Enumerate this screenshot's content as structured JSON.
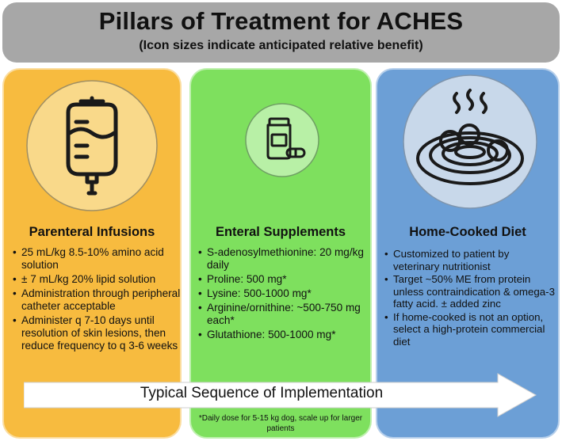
{
  "header": {
    "title": "Pillars of Treatment for ACHES",
    "subtitle": "(Icon sizes indicate anticipated relative benefit)"
  },
  "pillars": [
    {
      "title": "Parenteral Infusions",
      "icon": "iv-bag-icon",
      "color": "#f7bb3f",
      "bullets": [
        "25 mL/kg 8.5-10% amino acid solution",
        "± 7 mL/kg 20% lipid solution",
        "Administration through peripheral catheter acceptable",
        "Administer q 7-10 days until resolution of skin lesions, then reduce frequency to q 3-6 weeks"
      ]
    },
    {
      "title": "Enteral Supplements",
      "icon": "pill-bottle-icon",
      "color": "#7ee05e",
      "bullets": [
        "S-adenosylmethionine: 20 mg/kg daily",
        "Proline: 500 mg*",
        "Lysine: 500-1000 mg*",
        "Arginine/ornithine: ~500-750 mg each*",
        "Glutathione: 500-1000 mg*"
      ],
      "footnote": "*Daily dose for 5-15 kg dog, scale up for larger patients"
    },
    {
      "title": "Home-Cooked Diet",
      "icon": "food-plate-icon",
      "color": "#6c9fd6",
      "bullets": [
        "Customized to patient by veterinary nutritionist",
        "Target ~50% ME from protein unless contraindication & omega-3 fatty acid. ± added zinc",
        "If home-cooked is not an option, select a high-protein commercial diet"
      ]
    }
  ],
  "arrow": {
    "label": "Typical Sequence of Implementation"
  }
}
